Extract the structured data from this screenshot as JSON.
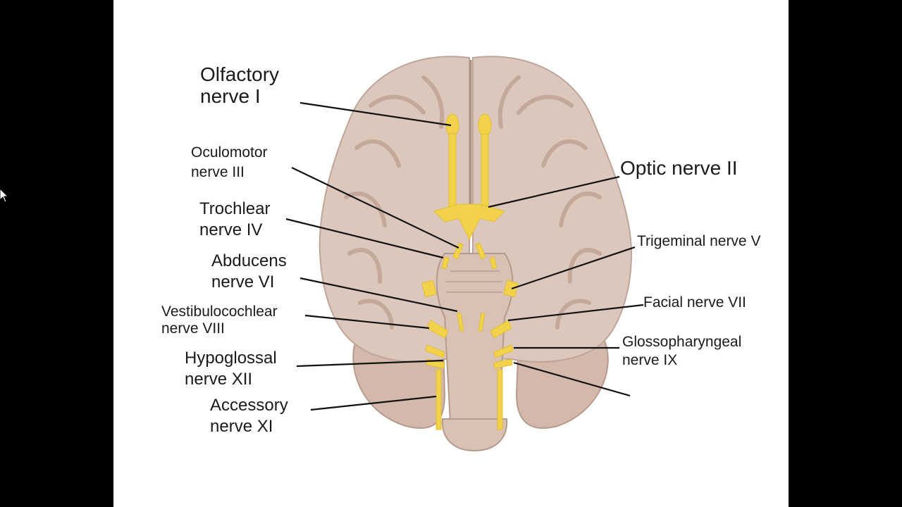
{
  "labels": {
    "olfactory": [
      "Olfactory",
      "nerve I"
    ],
    "oculomotor": [
      "Oculomotor",
      "nerve III"
    ],
    "trochlear": [
      "Trochlear",
      "nerve IV"
    ],
    "abducens": [
      "Abducens",
      "nerve VI"
    ],
    "vestibulocochlear": [
      "Vestibulocochlear",
      "nerve VIII"
    ],
    "hypoglossal": [
      "Hypoglossal",
      "nerve XII"
    ],
    "accessory": [
      "Accessory",
      "nerve XI"
    ],
    "optic": [
      "Optic nerve II"
    ],
    "trigeminal": [
      "Trigeminal nerve V"
    ],
    "facial": [
      "Facial nerve VII"
    ],
    "glossopharyngeal": [
      "Glossopharyngeal",
      "nerve IX"
    ]
  },
  "colors": {
    "background": "#000000",
    "slide": "#ffffff",
    "brain": "#dcc7bc",
    "brain_shadow": "#c9b0a3",
    "nerve": "#f2d24a",
    "leader_line": "#111111"
  }
}
